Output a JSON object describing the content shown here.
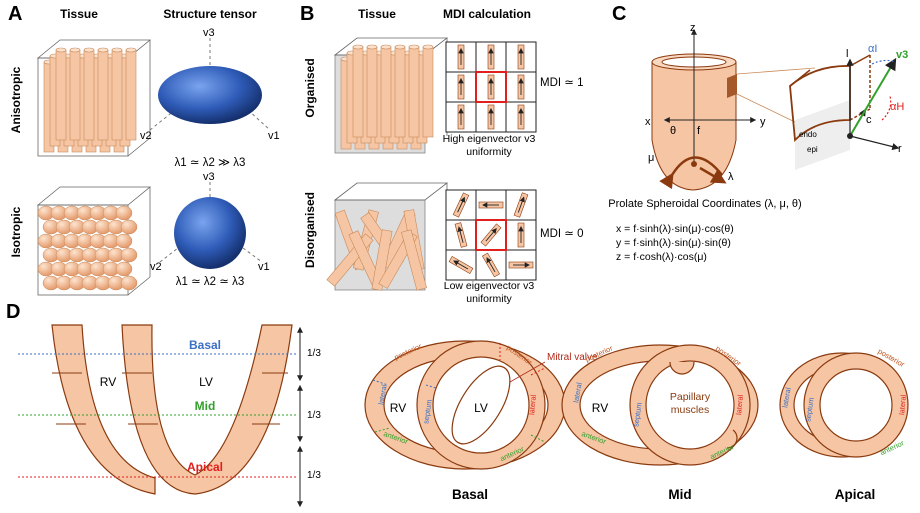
{
  "panels": {
    "a": "A",
    "b": "B",
    "c": "C",
    "d": "D"
  },
  "panel_a": {
    "col_tissue": "Tissue",
    "col_tensor": "Structure tensor",
    "row_top": "Anisotropic",
    "row_bottom": "Isotropic",
    "eq_top": "λ1 ≃ λ2 ≫ λ3",
    "eq_bottom": "λ1 ≃ λ2 ≃ λ3",
    "v1": "v1",
    "v2": "v2",
    "v3": "v3"
  },
  "panel_b": {
    "col_tissue": "Tissue",
    "col_mdi": "MDI calculation",
    "row_top": "Organised",
    "row_bottom": "Disorganised",
    "mdi_top": "MDI ≃ 1",
    "mdi_bottom": "MDI ≃ 0",
    "caption_top_1": "High eigenvector v3",
    "caption_top_2": "uniformity",
    "caption_bottom_1": "Low eigenvector v3",
    "caption_bottom_2": "uniformity"
  },
  "panel_c": {
    "z": "z",
    "x": "x",
    "y": "y",
    "theta": "θ",
    "f": "f",
    "mu": "μ",
    "lambda": "λ",
    "endo": "endo",
    "epi": "epi",
    "l": "l",
    "c": "c",
    "r": "r",
    "alpha_i": "αI",
    "alpha_h": "αH",
    "v3": "v3",
    "title": "Prolate Spheroidal Coordinates (λ, μ, θ)",
    "eq1": "x = f·sinh(λ)·sin(μ)·cos(θ)",
    "eq2": "y = f·sinh(λ)·sin(μ)·sin(θ)",
    "eq3": "z = f·cosh(λ)·cos(μ)"
  },
  "panel_d": {
    "rv": "RV",
    "lv": "LV",
    "basal": "Basal",
    "mid": "Mid",
    "apical": "Apical",
    "third": "1/3",
    "mitral": "Mitral valve",
    "papillary_1": "Papillary",
    "papillary_2": "muscles",
    "posterior": "posterior",
    "lateral": "lateral",
    "anterior": "anterior",
    "septum": "septum",
    "label_basal": "Basal",
    "label_mid": "Mid",
    "label_apical": "Apical"
  },
  "colors": {
    "tissue": "#f6c6a4",
    "edge": "#8b3a0f",
    "blue": "#3b6fc4",
    "green": "#33a02c",
    "red": "#e0201c",
    "dark": "#222222"
  }
}
